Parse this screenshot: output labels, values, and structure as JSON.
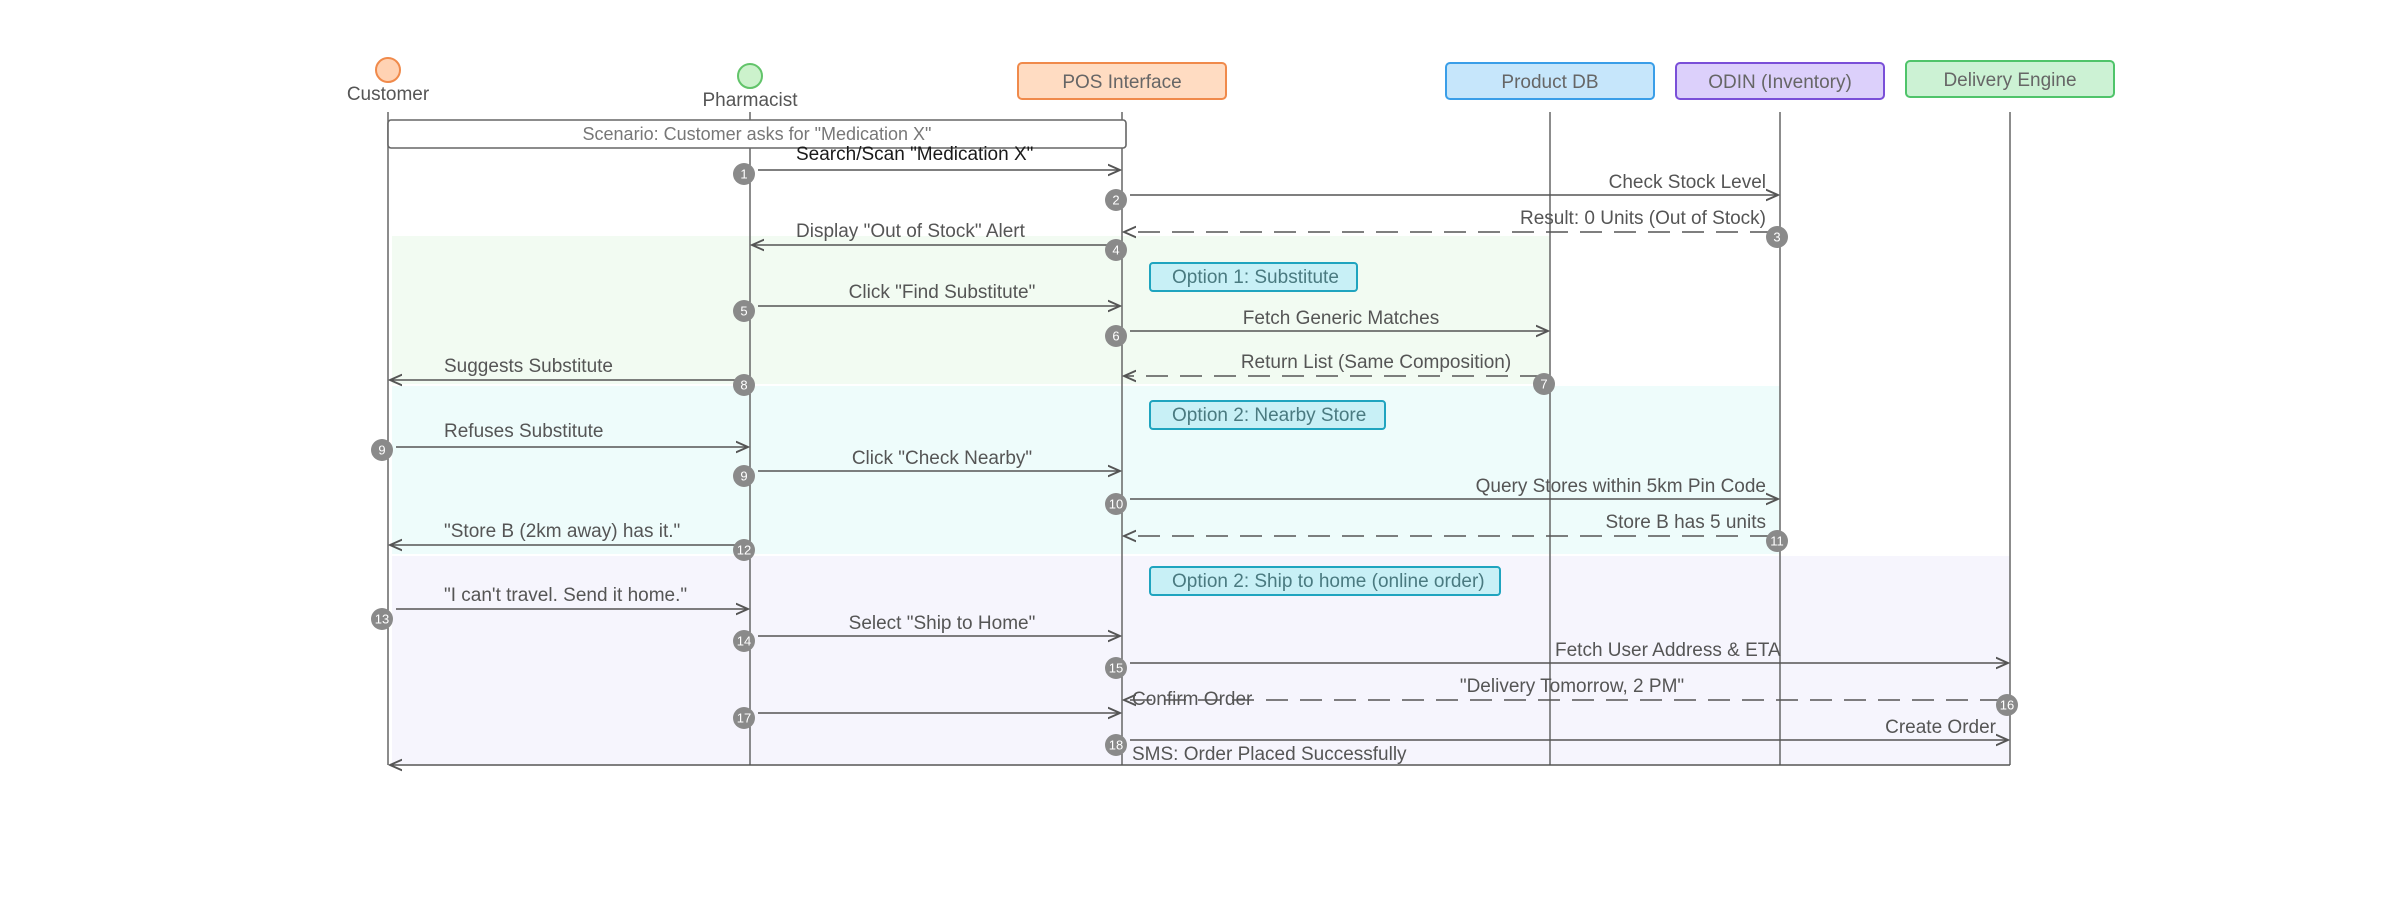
{
  "participants": [
    {
      "id": "customer",
      "label": "Customer",
      "shape": "circle",
      "fill": "#ffd2b3",
      "stroke": "#f08a4b"
    },
    {
      "id": "pharmacist",
      "label": "Pharmacist",
      "shape": "circle",
      "fill": "#ccf2cc",
      "stroke": "#62c46a"
    },
    {
      "id": "pos",
      "label": "POS Interface",
      "shape": "box",
      "fill": "#ffdcc2",
      "stroke": "#f08a4b"
    },
    {
      "id": "productdb",
      "label": "Product DB",
      "shape": "box",
      "fill": "#c6e6fb",
      "stroke": "#3a9ee8"
    },
    {
      "id": "odin",
      "label": "ODIN (Inventory)",
      "shape": "box",
      "fill": "#dcd0fb",
      "stroke": "#7a4fd8"
    },
    {
      "id": "delivery",
      "label": "Delivery Engine",
      "shape": "box",
      "fill": "#ccf2d4",
      "stroke": "#4fc46a"
    }
  ],
  "scenario": {
    "label": "Scenario: Customer asks for \"Medication X\""
  },
  "sections": [
    {
      "id": "opt1",
      "label": "Option 1: Substitute",
      "fill": "#f2fbf2"
    },
    {
      "id": "opt2",
      "label": "Option 2: Nearby Store",
      "fill": "#eefcfb"
    },
    {
      "id": "opt3",
      "label": "Option 2: Ship to home (online order)",
      "fill": "#f6f5fd"
    }
  ],
  "messages": [
    {
      "n": "1",
      "from": "pharmacist",
      "to": "pos",
      "label": "Search/Scan \"Medication X\"",
      "dashed": false,
      "dark": true
    },
    {
      "n": "2",
      "from": "pos",
      "to": "odin",
      "label": "Check Stock Level",
      "dashed": false
    },
    {
      "n": "3",
      "from": "odin",
      "to": "pos",
      "label": "Result: 0 Units (Out of Stock)",
      "dashed": true
    },
    {
      "n": "4",
      "from": "pos",
      "to": "pharmacist",
      "label": "Display \"Out of Stock\" Alert",
      "dashed": false
    },
    {
      "n": "5",
      "from": "pharmacist",
      "to": "pos",
      "label": "Click \"Find Substitute\"",
      "dashed": false
    },
    {
      "n": "6",
      "from": "pos",
      "to": "productdb",
      "label": "Fetch Generic Matches",
      "dashed": false
    },
    {
      "n": "7",
      "from": "productdb",
      "to": "pos",
      "label": "Return List (Same Composition)",
      "dashed": true
    },
    {
      "n": "8",
      "from": "pharmacist",
      "to": "customer",
      "label": "Suggests Substitute",
      "dashed": false
    },
    {
      "n": "9",
      "from": "customer",
      "to": "pharmacist",
      "label": "Refuses Substitute",
      "dashed": false
    },
    {
      "n": "9",
      "from": "pharmacist",
      "to": "pos",
      "label": "Click \"Check Nearby\"",
      "dashed": false
    },
    {
      "n": "10",
      "from": "pos",
      "to": "odin",
      "label": "Query Stores within 5km Pin Code",
      "dashed": false
    },
    {
      "n": "11",
      "from": "odin",
      "to": "pos",
      "label": "Store B has 5 units",
      "dashed": true
    },
    {
      "n": "12",
      "from": "pharmacist",
      "to": "customer",
      "label": "\"Store B (2km away) has it.\"",
      "dashed": false
    },
    {
      "n": "13",
      "from": "customer",
      "to": "pharmacist",
      "label": "\"I can't travel. Send it home.\"",
      "dashed": false
    },
    {
      "n": "14",
      "from": "pharmacist",
      "to": "pos",
      "label": "Select \"Ship to Home\"",
      "dashed": false
    },
    {
      "n": "15",
      "from": "pos",
      "to": "delivery",
      "label": "Fetch User Address & ETA",
      "dashed": false
    },
    {
      "n": "16",
      "from": "delivery",
      "to": "pos",
      "label": "\"Delivery Tomorrow, 2 PM\"",
      "dashed": true
    },
    {
      "n": "17",
      "from": "pharmacist",
      "to": "pos",
      "label": "Confirm Order",
      "dashed": false
    },
    {
      "n": "18",
      "from": "pos",
      "to": "delivery",
      "label": "Create Order",
      "dashed": false
    },
    {
      "n": "",
      "from": "delivery",
      "to": "customer",
      "label": "SMS: Order Placed Successfully",
      "dashed": false
    }
  ],
  "colors": {
    "line": "#555555",
    "badge": "#8a8a8a",
    "option_box_fill": "#c8f0f6",
    "option_box_stroke": "#1fa4bf"
  }
}
